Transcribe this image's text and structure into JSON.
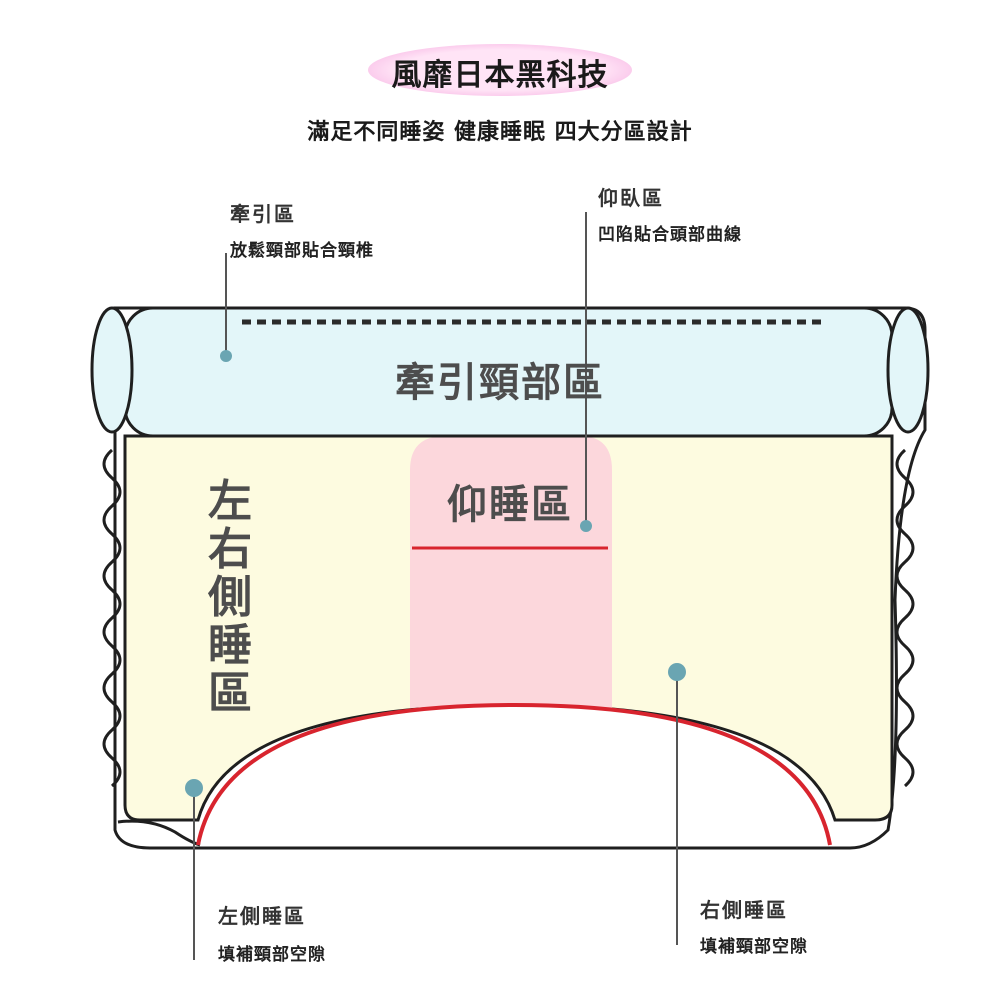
{
  "header": {
    "brand": "風靡日本黑科技",
    "subtitle": "滿足不同睡姿 健康睡眠 四大分區設計"
  },
  "callouts": {
    "traction": {
      "title": "牽引區",
      "desc": "放鬆頸部貼合頸椎"
    },
    "supine": {
      "title": "仰臥區",
      "desc": "凹陷貼合頭部曲線"
    },
    "left_side": {
      "title": "左側睡區",
      "desc": "填補頸部空隙"
    },
    "right_side": {
      "title": "右側睡區",
      "desc": "填補頸部空隙"
    }
  },
  "zones": {
    "traction_label": "牽引頸部區",
    "supine_label": "仰睡區",
    "side_label": [
      "左",
      "右",
      "側",
      "睡",
      "區"
    ]
  },
  "colors": {
    "brand_pill": "#f3a6dc",
    "traction_zone": "#e3f6f9",
    "side_zone": "#fdfbe0",
    "supine_zone": "#fcd7dc",
    "contour_red": "#d8242e",
    "marker_dot": "#6aa5b2",
    "outline": "#1f1f1f"
  }
}
